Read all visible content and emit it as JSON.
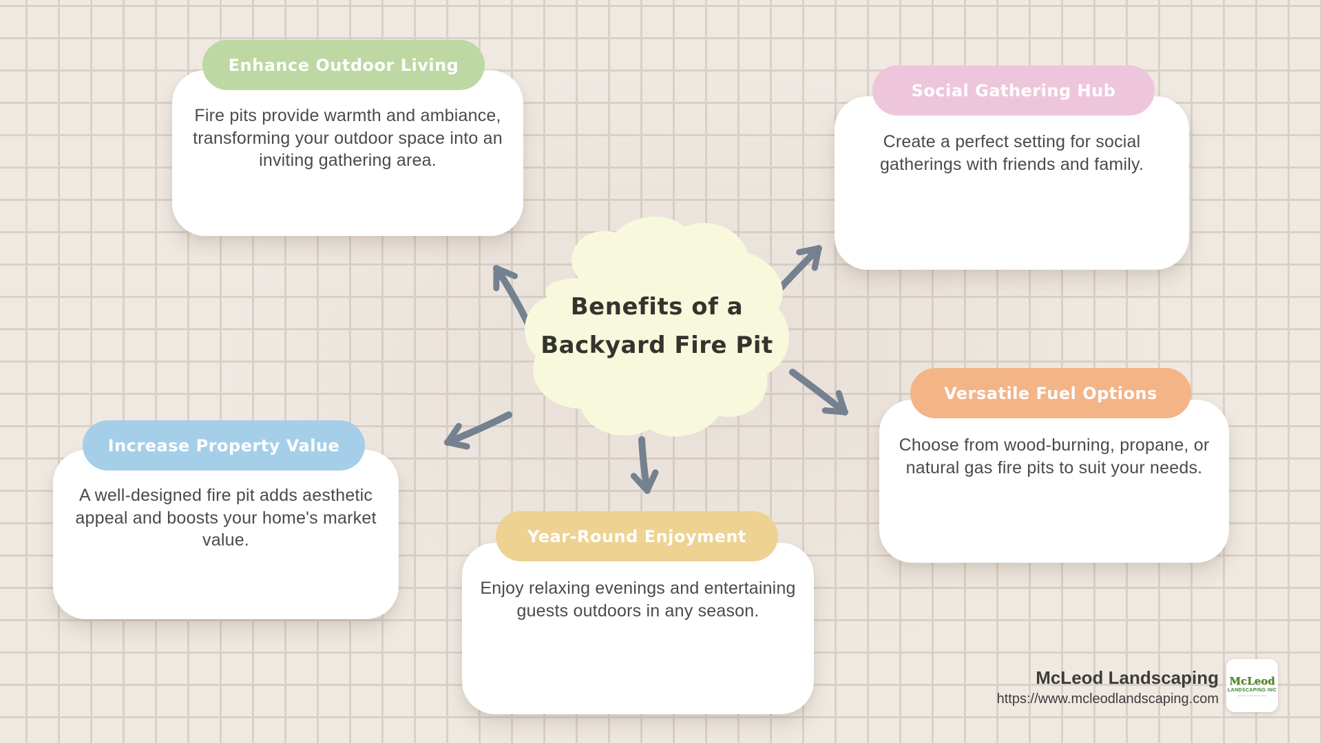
{
  "title": {
    "line1": "Benefits of a",
    "line2": "Backyard Fire Pit"
  },
  "cards": [
    {
      "label": "Enhance Outdoor Living",
      "description": "Fire pits provide warmth and ambiance, transforming your outdoor space into an inviting gathering area.",
      "pill_color": "#bdd8a2"
    },
    {
      "label": "Social Gathering Hub",
      "description": "Create a perfect setting for social gatherings with friends and family.",
      "pill_color": "#eec6db"
    },
    {
      "label": "Increase Property Value",
      "description": "A well-designed fire pit adds aesthetic appeal and boosts your home's market value.",
      "pill_color": "#a5cfe9"
    },
    {
      "label": "Year-Round Enjoyment",
      "description": "Enjoy relaxing evenings and entertaining guests outdoors in any season.",
      "pill_color": "#edd292"
    },
    {
      "label": "Versatile Fuel Options",
      "description": "Choose from wood-burning, propane, or natural gas fire pits to suit your needs.",
      "pill_color": "#f3b486"
    }
  ],
  "brand": {
    "name": "McLeod Landscaping",
    "url": "https://www.mcleodlandscaping.com",
    "logo_line1": "McLeod",
    "logo_line2": "LANDSCAPING INC"
  },
  "colors": {
    "background": "#efe9e2",
    "grid_line": "#d9d1c8",
    "blob": "#f8f8dc",
    "arrow": "#75818f",
    "title_text": "#34342e",
    "body_text": "#4a4a4a",
    "pill_text": "#ffffff"
  }
}
